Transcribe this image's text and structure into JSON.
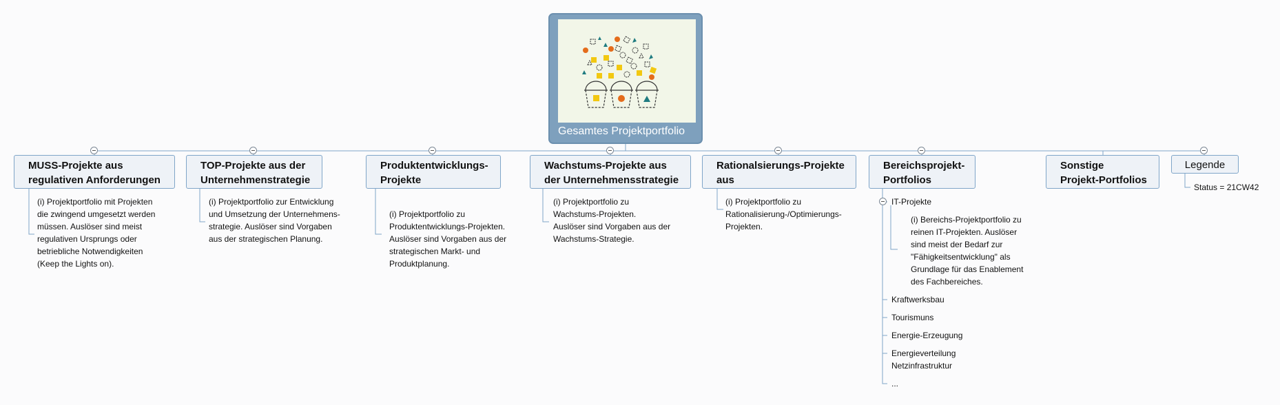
{
  "central": {
    "title": "Gesamtes Projektportfolio",
    "image": "project-buckets-illustration"
  },
  "branches": [
    {
      "label": "MUSS-Projekte aus\nregulativen Anforderungen",
      "description": "(i) Projektportfolio mit Projekten\ndie zwingend umgesetzt werden\nmüssen. Auslöser sind meist\nregulativen Ursprungs oder\nbetriebliche Notwendigkeiten\n(Keep the Lights on)."
    },
    {
      "label": "TOP-Projekte aus der\nUnternehmenstrategie",
      "description": "(i) Projektportfolio zur Entwicklung\nund Umsetzung der Unternehmens-\nstrategie. Auslöser sind Vorgaben\naus der strategischen Planung."
    },
    {
      "label": "Produktentwicklungs-\nProjekte",
      "description": "(i) Projektportfolio zu\nProduktentwicklungs-Projekten.\nAuslöser sind Vorgaben aus der\nstrategischen Markt- und\nProduktplanung."
    },
    {
      "label": "Wachstums-Projekte aus\nder Unternehmensstrategie",
      "description": "(i) Projektportfolio zu\nWachstums-Projekten.\nAuslöser sind Vorgaben aus der\nWachstums-Strategie."
    },
    {
      "label": "Rationalsierungs-Projekte\naus",
      "description": "(i) Projektportfolio zu\nRationalisierung-/Optimierungs-\nProjekten."
    },
    {
      "label": "Bereichsprojekt-\nPortfolios",
      "children": [
        {
          "label": "IT-Projekte",
          "description": "(i) Bereichs-Projektportfolio zu\nreinen IT-Projekten. Auslöser\nsind meist der Bedarf zur\n\"Fähigkeitsentwicklung\" als\nGrundlage für das Enablement\ndes Fachbereiches."
        },
        {
          "label": "Kraftwerksbau"
        },
        {
          "label": "Tourismuns"
        },
        {
          "label": "Energie-Erzeugung"
        },
        {
          "label": "Energieverteilung\nNetzinfrastruktur"
        },
        {
          "label": "..."
        }
      ]
    },
    {
      "label": "Sonstige\nProjekt-Portfolios"
    },
    {
      "label": "Legende",
      "children": [
        {
          "label": "Status = 21CW42"
        }
      ]
    }
  ],
  "colors": {
    "connector": "#7fa5c8",
    "node_border": "#7fa5c8",
    "node_fill": "#eef2f7",
    "central_fill": "#7ea0bd",
    "picture_bg": "#f2f6e8",
    "orange": "#e46c1b",
    "yellow": "#f2c811",
    "teal": "#1f7b80"
  }
}
